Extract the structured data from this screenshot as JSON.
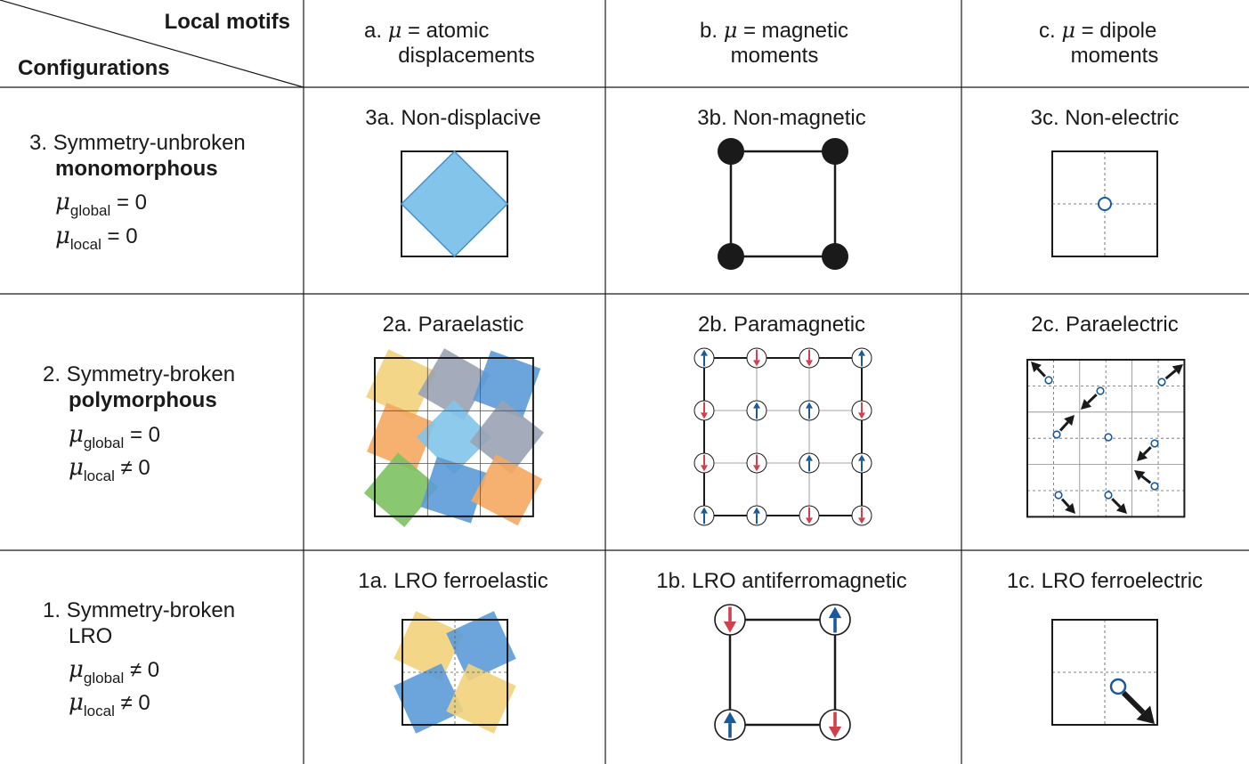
{
  "header": {
    "corner_top": "Local motifs",
    "corner_bottom": "Configurations",
    "columns": [
      {
        "letter": "a.",
        "mu": "μ",
        "rest": " = atomic",
        "line2": "displacements"
      },
      {
        "letter": "b.",
        "mu": "μ",
        "rest": " = magnetic",
        "line2": "moments"
      },
      {
        "letter": "c.",
        "mu": "μ",
        "rest": " = dipole",
        "line2": "moments"
      }
    ]
  },
  "rows": [
    {
      "num": "3.",
      "line1": "Symmetry-unbroken",
      "line2": "monomorphous",
      "mu": "μ",
      "g_sub": "global",
      "g_rel": " = 0",
      "l_sub": "local",
      "l_rel": " = 0",
      "titles": [
        "3a. Non-displacive",
        "3b. Non-magnetic",
        "3c. Non-electric"
      ]
    },
    {
      "num": "2.",
      "line1": "Symmetry-broken",
      "line2": "polymorphous",
      "mu": "μ",
      "g_sub": "global",
      "g_rel": " = 0",
      "l_sub": "local",
      "l_rel": " ≠ 0",
      "titles": [
        "2a. Paraelastic",
        "2b. Paramagnetic",
        "2c. Paraelectric"
      ]
    },
    {
      "num": "1.",
      "line1": "Symmetry-broken",
      "line2": "LRO",
      "mu": "μ",
      "g_sub": "global",
      "g_rel": " ≠ 0",
      "l_sub": "local",
      "l_rel": " ≠ 0",
      "titles": [
        "1a. LRO ferroelastic",
        "1b. LRO antiferromagnetic",
        "1c. LRO ferroelectric"
      ]
    }
  ],
  "colors": {
    "line": "#1a1a1a",
    "up_arrow": "#1a5a9a",
    "down_arrow": "#d0404a",
    "dipole_circle": "#1a5a9a",
    "blue_light": "#82c4ea",
    "blue": "#5b9bd8",
    "yellow": "#f2d27a",
    "grey": "#9aa3b5",
    "orange": "#f5a860",
    "green": "#7cc260"
  },
  "motifs": {
    "paramagnetic_spins": [
      [
        "up",
        "down",
        "down",
        "up"
      ],
      [
        "down",
        "up",
        "up",
        "down"
      ],
      [
        "down",
        "down",
        "up",
        "up"
      ],
      [
        "up",
        "up",
        "down",
        "down"
      ]
    ],
    "antiferromagnetic_spins": [
      [
        "down",
        "up"
      ],
      [
        "up",
        "down"
      ]
    ],
    "paraelastic_colors": [
      [
        "yellow",
        "grey",
        "blue"
      ],
      [
        "orange",
        "blue_light",
        "grey"
      ],
      [
        "green",
        "blue",
        "orange"
      ]
    ],
    "ferroelastic_colors": [
      [
        "yellow",
        "blue"
      ],
      [
        "blue",
        "yellow"
      ]
    ]
  }
}
